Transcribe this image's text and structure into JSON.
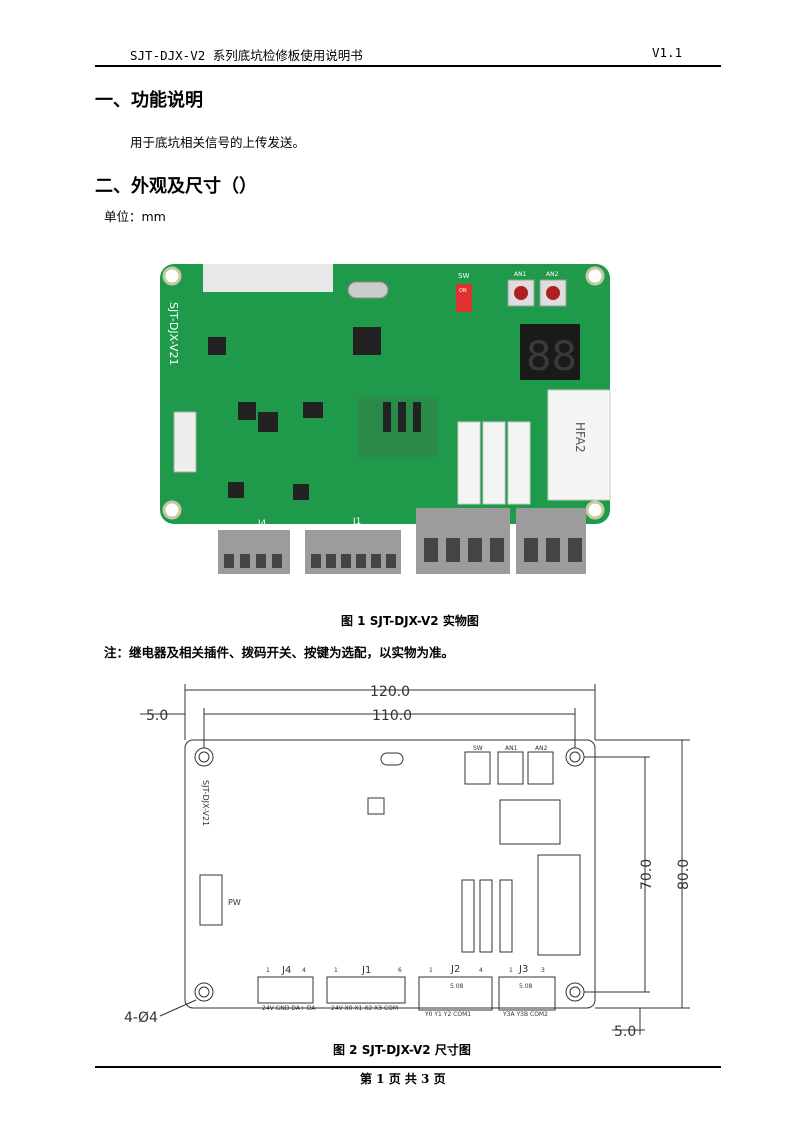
{
  "header": {
    "title": "SJT-DJX-V2 系列底坑检修板使用说明书",
    "version": "V1.1"
  },
  "section1": {
    "heading": "一、功能说明",
    "text": "用于底坑相关信号的上传发送。"
  },
  "section2": {
    "heading": "二、外观及尺寸（）",
    "unit": "单位：mm"
  },
  "figure1": {
    "caption": "图 1 SJT-DJX-V2 实物图",
    "board_silk": "SJT-DJX-V21",
    "labels": {
      "sw": "SW",
      "on": "ON",
      "an1": "AN1",
      "an2": "AN2",
      "j1": "J1",
      "j4": "J4",
      "relay": "HFA2",
      "display": "88"
    },
    "colors": {
      "pcb": "#1f9a4a",
      "connector": "#9c9c9c",
      "dip": "#e03030",
      "relay": "#f4f4f2",
      "display": "#1a1a1a"
    }
  },
  "note": "注：继电器及相关插件、拨码开关、按键为选配，以实物为准。",
  "figure2": {
    "caption": "图 2 SJT-DJX-V2 尺寸图",
    "dims": {
      "width_total": "120.0",
      "width_holes": "110.0",
      "offset_left": "5.0",
      "height_holes": "70.0",
      "height_total": "80.0",
      "offset_bottom": "5.0",
      "holes": "4-Ø4"
    },
    "connectors": [
      {
        "name": "J4",
        "pin_first": "1",
        "pin_last": "4",
        "pins": "24V GND DA+ DA-"
      },
      {
        "name": "J1",
        "pin_first": "1",
        "pin_last": "6",
        "pins": "24V X0 X1 X2 X3 COM"
      },
      {
        "name": "J2",
        "pin_first": "1",
        "pin_last": "4",
        "pitch": "5.08",
        "pins": "Y0 Y1 Y2 COM1"
      },
      {
        "name": "J3",
        "pin_first": "1",
        "pin_last": "3",
        "pitch": "5.08",
        "pins": "Y3A Y3B COM2"
      }
    ],
    "silk": {
      "sw": "SW",
      "an1": "AN1",
      "an2": "AN2",
      "board": "SJT-DJX-V21",
      "pw": "PW"
    }
  },
  "footer": {
    "text": "第 1 页 共 3 页"
  }
}
